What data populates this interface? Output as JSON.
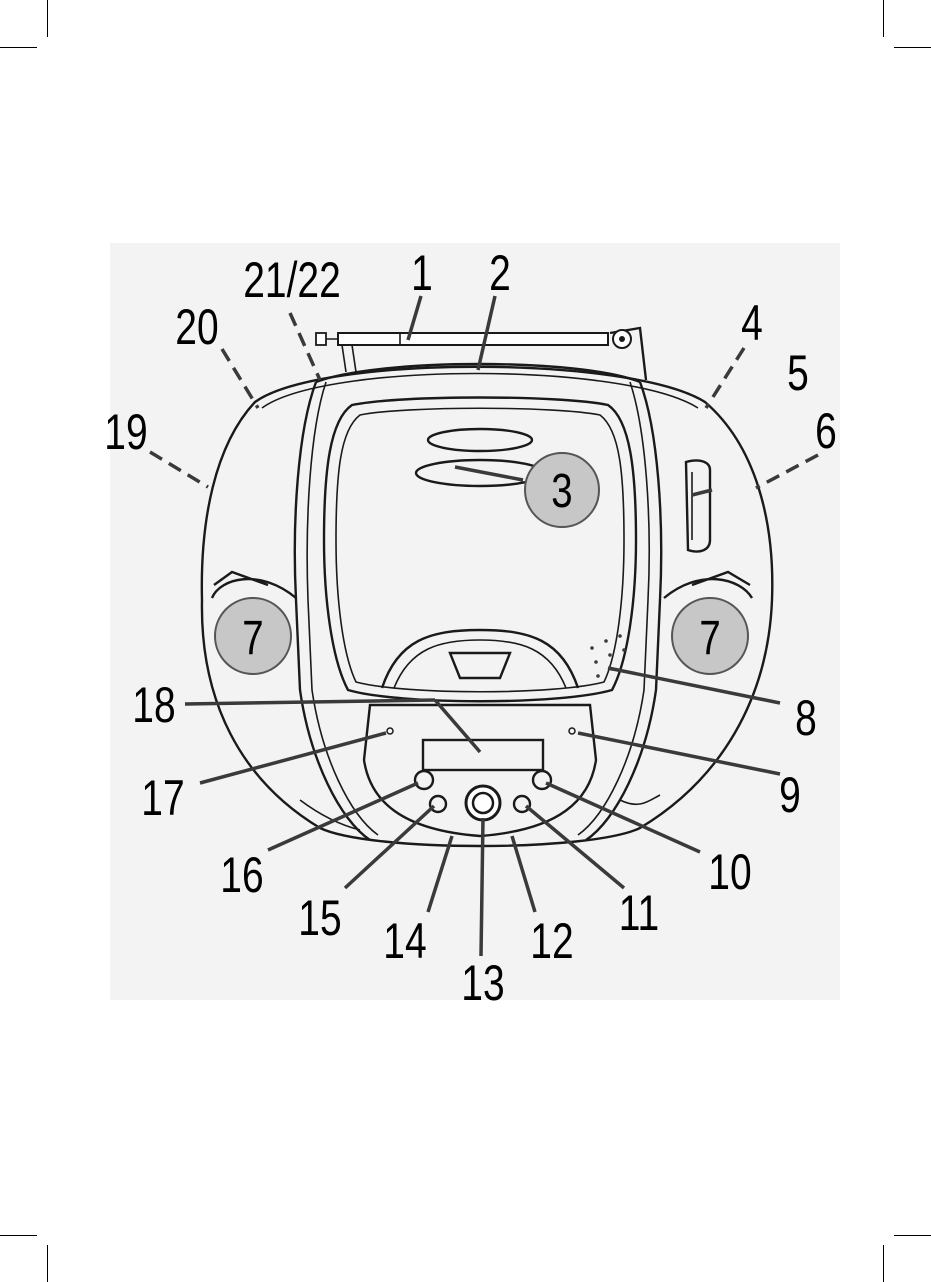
{
  "diagram": {
    "labels": {
      "l1": "1",
      "l2": "2",
      "l3": "3",
      "l4": "4",
      "l5": "5",
      "l6": "6",
      "l7a": "7",
      "l7b": "7",
      "l8": "8",
      "l9": "9",
      "l10": "10",
      "l11": "11",
      "l12": "12",
      "l13": "13",
      "l14": "14",
      "l15": "15",
      "l16": "16",
      "l17": "17",
      "l18": "18",
      "l19": "19",
      "l20": "20",
      "l21_22": "21/22"
    }
  }
}
